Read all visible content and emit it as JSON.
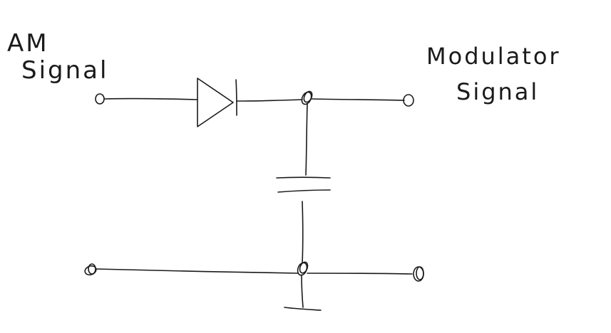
{
  "diagram": {
    "input_label": {
      "line1": "AM",
      "line2": "Signal"
    },
    "output_label": {
      "line1": "Modulator",
      "line2": "Signal"
    },
    "components": {
      "diode": "diode",
      "capacitor": "capacitor",
      "ground": "ground"
    },
    "colors": {
      "ink": "#1a1a1a",
      "background": "#ffffff"
    }
  }
}
